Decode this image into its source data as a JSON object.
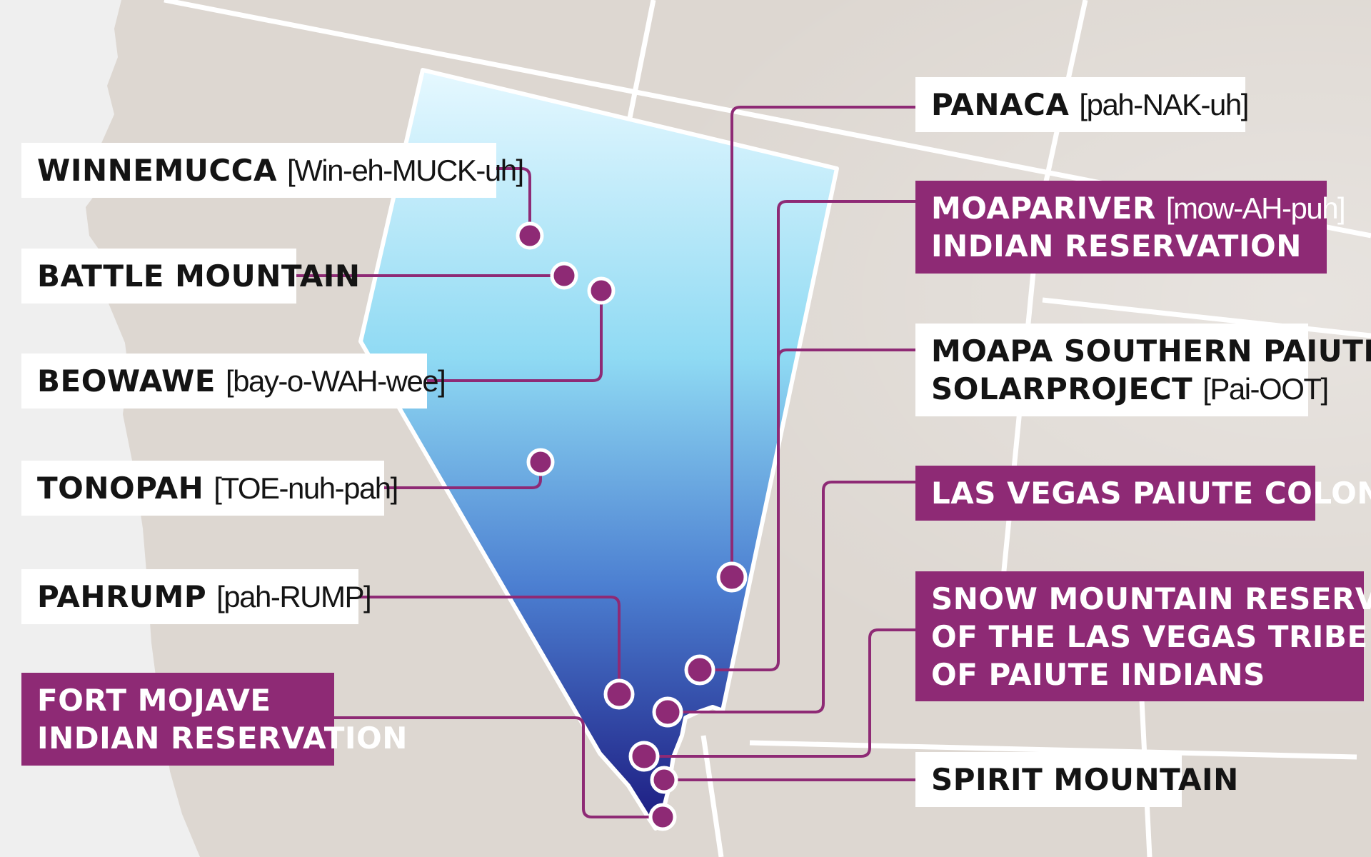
{
  "map": {
    "colors": {
      "background": "#efefef",
      "neighbor_land": "#ddd7d1",
      "state_border": "#ffffff",
      "nevada_top": "#e6f8ff",
      "nevada_mid": "#8fdaf3",
      "nevada_low": "#4c7fd1",
      "nevada_bottom": "#1c1a80",
      "accent": "#8e2a75",
      "label_white_bg": "#ffffff",
      "label_text": "#141414"
    },
    "locations": [
      {
        "id": "winnemucca",
        "name": "WINNEMUCCA",
        "pronunciation": "[Win-eh-MUCK-uh]",
        "style": "white",
        "side": "left"
      },
      {
        "id": "battle-mountain",
        "name": "BATTLE MOUNTAIN",
        "pronunciation": "",
        "style": "white",
        "side": "left"
      },
      {
        "id": "beowawe",
        "name": "BEOWAWE",
        "pronunciation": "[bay-o-WAH-wee]",
        "style": "white",
        "side": "left"
      },
      {
        "id": "tonopah",
        "name": "TONOPAH",
        "pronunciation": "[TOE-nuh-pah]",
        "style": "white",
        "side": "left"
      },
      {
        "id": "pahrump",
        "name": "PAHRUMP",
        "pronunciation": "[pah-RUMP]",
        "style": "white",
        "side": "left"
      },
      {
        "id": "fort-mojave",
        "name_lines": [
          "FORT MOJAVE",
          "INDIAN RESERVATION"
        ],
        "style": "purple",
        "side": "left"
      },
      {
        "id": "panaca",
        "name": "PANACA",
        "pronunciation": "[pah-NAK-uh]",
        "style": "white",
        "side": "right"
      },
      {
        "id": "moapa-river",
        "name_lines": [
          "MOAPARIVER",
          "INDIAN RESERVATION"
        ],
        "pronunciation": "[mow-AH-puh]",
        "style": "purple",
        "side": "right"
      },
      {
        "id": "moapa-solar",
        "name_lines": [
          "MOAPA SOUTHERN PAIUTE",
          "SOLARPROJECT"
        ],
        "pronunciation": "[Pai-OOT]",
        "style": "white",
        "side": "right"
      },
      {
        "id": "las-vegas-colony",
        "name": "LAS VEGAS PAIUTE COLONY",
        "pronunciation": "",
        "style": "purple",
        "side": "right"
      },
      {
        "id": "snow-mountain",
        "name_lines": [
          "SNOW MOUNTAIN RESERVATION",
          "OF THE LAS VEGAS TRIBE",
          "OF PAIUTE INDIANS"
        ],
        "style": "purple",
        "side": "right"
      },
      {
        "id": "spirit-mountain",
        "name": "SPIRIT MOUNTAIN",
        "pronunciation": "",
        "style": "white",
        "side": "right"
      }
    ]
  }
}
